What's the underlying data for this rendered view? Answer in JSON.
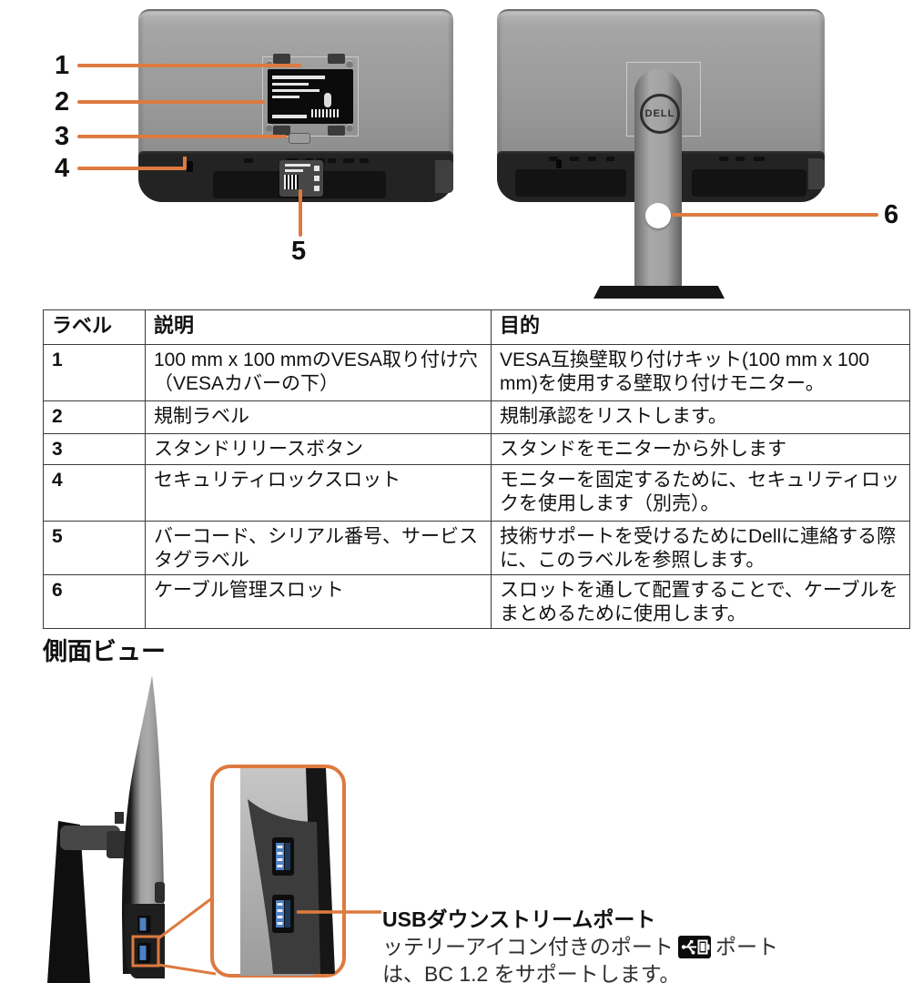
{
  "colors": {
    "accent_orange": "#DD7A3F",
    "monitor_grey": "#9A9A9A",
    "panel_black": "#232323",
    "usb_blue": "#4E80C4"
  },
  "brand": {
    "logo_text": "DELL"
  },
  "callouts": [
    "1",
    "2",
    "3",
    "4",
    "5",
    "6"
  ],
  "table": {
    "headers": [
      "ラベル",
      "説明",
      "目的"
    ],
    "rows": [
      [
        "1",
        "100 mm x 100 mmのVESA取り付け穴（VESAカバーの下）",
        "VESA互換壁取り付けキット(100 mm x 100 mm)を使用する壁取り付けモニター。"
      ],
      [
        "2",
        "規制ラベル",
        "規制承認をリストします。"
      ],
      [
        "3",
        "スタンドリリースボタン",
        "スタンドをモニターから外します"
      ],
      [
        "4",
        "セキュリティロックスロット",
        "モニターを固定するために、セキュリティロックを使用します（別売）。"
      ],
      [
        "5",
        "バーコード、シリアル番号、サービスタグラベル",
        "技術サポートを受けるためにDellに連絡する際に、このラベルを参照します。"
      ],
      [
        "6",
        "ケーブル管理スロット",
        "スロットを通して配置することで、ケーブルをまとめるために使用します。"
      ]
    ]
  },
  "side_view": {
    "heading": "側面ビュー",
    "usb_port_label": "USBダウンストリームポート",
    "usb_desc_line1_pre": "ッテリーアイコン付きのポート",
    "usb_desc_line1_post": "ポート",
    "usb_desc_line2": "は、BC 1.2 をサポートします。",
    "battery_icon_name": "usb-battery-charging-icon"
  }
}
